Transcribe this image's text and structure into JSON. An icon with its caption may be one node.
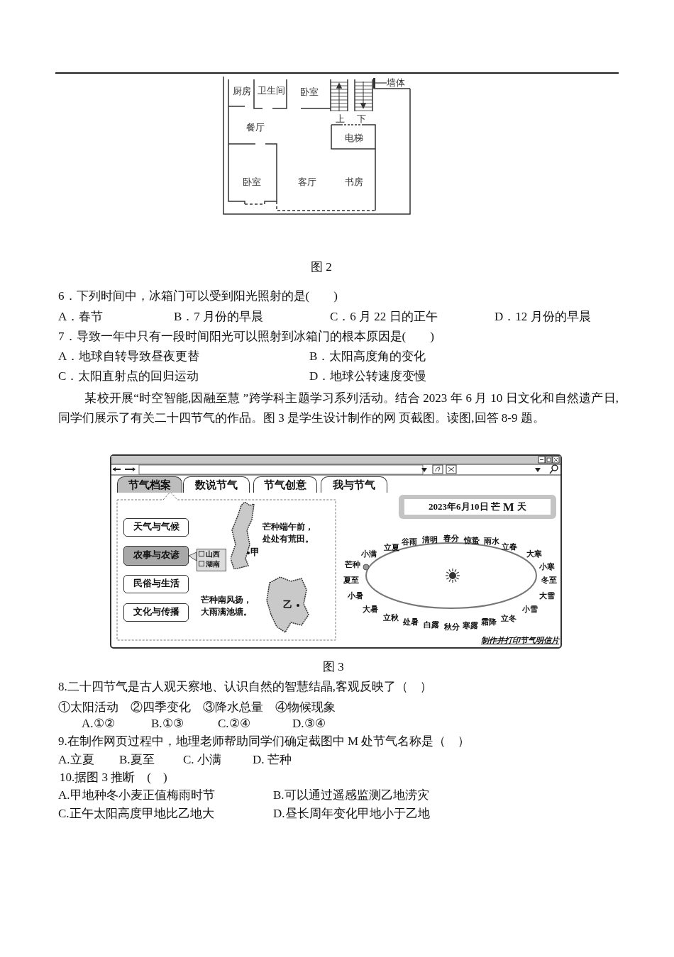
{
  "diagram": {
    "nodes": [
      {
        "text": [
          "墙体"
        ]
      },
      {
        "text": [],
        "shape": "box"
      },
      {
        "text": [
          "电梯"
        ]
      },
      {
        "text": [
          "节气档案"
        ]
      },
      {
        "text": [
          "数说节气"
        ]
      },
      {
        "text": [
          "节气创意"
        ]
      },
      {
        "text": [
          "我与节气"
        ]
      },
      {
        "text": [
          "天气与气候"
        ]
      },
      {
        "text": [
          "农事与农谚"
        ]
      },
      {
        "text": [
          "民俗与生活"
        ]
      },
      {
        "text": [
          "文化与传播"
        ]
      },
      {
        "text": [
          "山西",
          "湖南"
        ]
      },
      {
        "text": [
          "2023年6月10日 芒",
          "M",
          "天"
        ]
      },
      {
        "text": [
          "甲"
        ]
      },
      {
        "text": [
          "乙"
        ]
      }
    ],
    "edges": [
      {
        "from": 0,
        "to": 1,
        "arrow": "none"
      },
      {
        "from": 11,
        "to": 8,
        "arrow": "to"
      }
    ],
    "labels": [
      "厨房",
      "卫生间",
      "卧室",
      "上",
      "下",
      "餐厅",
      "卧室",
      "客厅",
      "书房",
      "图 2",
      "6．下列时间中，冰箱门可以受到阳光照射的是(　　)",
      "A．春节",
      "B．7 月份的早晨",
      "C．6 月 22 日的正午",
      "D．12 月份的早晨",
      "7．导致一年中只有一段时间阳光可以照射到冰箱门的根本原因是(　　)",
      "A．地球自转导致昼夜更替",
      "B．太阳高度角的变化",
      "C．太阳直射点的回归运动",
      "D．地球公转速度变慢",
      "某校开展“时空智能,因融至慧 ”跨学科主题学习系列活动。结合 2023 年 6 月 10 日文化和自然遗产日,同学们展示了有关二十四节气的作品。图 3 是学生设计制作的网 页截图。读图,回答 8-9 题。",
      "芒种端午前，处处有荒田。",
      "芒种南风扬，大雨满池塘。",
      "立夏",
      "谷雨",
      "清明",
      "春分",
      "惊蛰",
      "雨水",
      "立春",
      "小满",
      "大寒",
      "芒种",
      "小寒",
      "夏至",
      "冬至",
      "小暑",
      "大雪",
      "大暑",
      "小雪",
      "立秋",
      "处暑",
      "白露",
      "秋分",
      "寒露",
      "霜降",
      "立冬",
      "制作并打印节气明信片",
      "图 3",
      "8.二十四节气是古人观天察地、认识自然的智慧结晶,客观反映了（　）",
      "①太阳活动　②四季变化　③降水总量　④物候现象",
      "A.①②",
      "B.①③",
      "C.②④",
      "D.③④",
      "9.在制作网页过程中，地理老师帮助同学们确定截图中 M 处节气名称是（　）",
      "A.立夏",
      "B.夏至",
      "C. 小满",
      "D. 芒种",
      "10.据图 3 推断　(　)",
      "A.甲地种冬小麦正值梅雨时节",
      "B.可以通过遥感监测乙地涝灾",
      "C.正午太阳高度甲地比乙地大",
      "D.昼长周年变化甲地小于乙地"
    ]
  }
}
